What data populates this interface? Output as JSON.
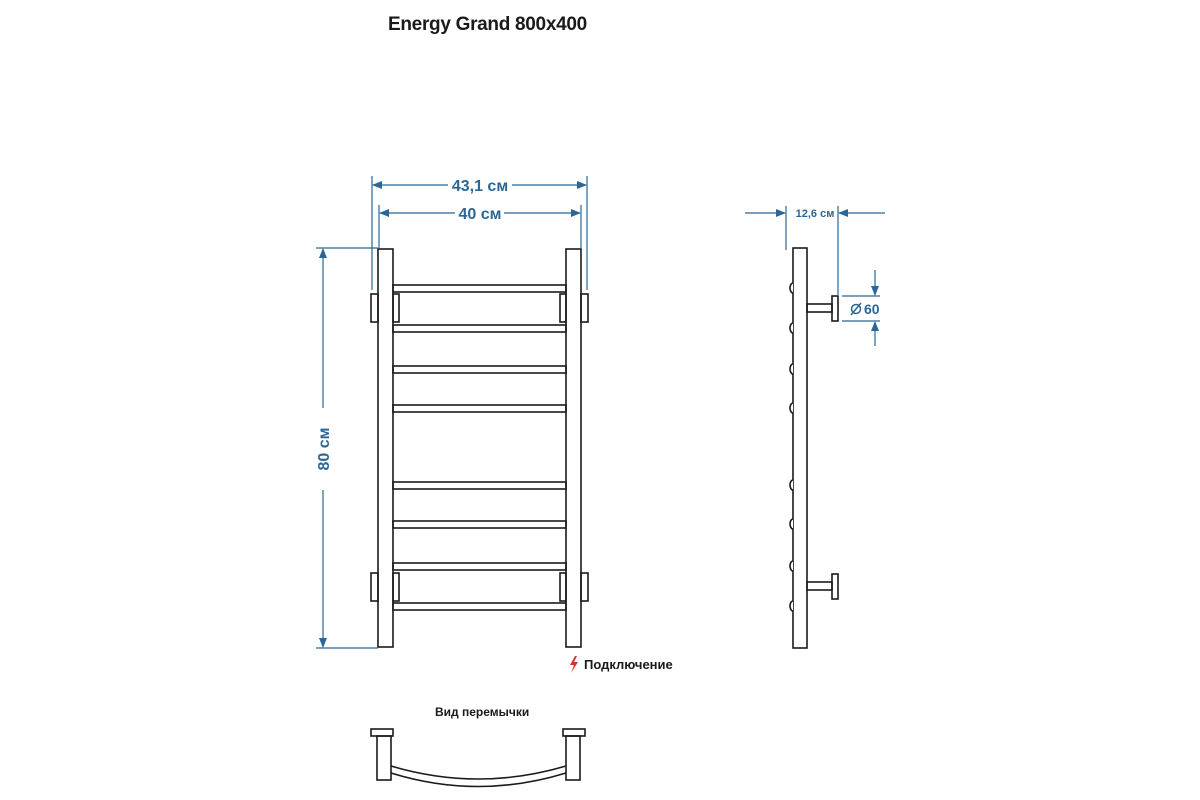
{
  "title": "Energy Grand 800x400",
  "dimensions": {
    "outer_width": "43,1 см",
    "inner_width": "40 см",
    "height": "80 см",
    "depth": "12,6 см",
    "diameter": "60"
  },
  "labels": {
    "connection": "Подключение",
    "jumper_view": "Вид перемычки"
  },
  "colors": {
    "dimension": "#2a6796",
    "lines": "#1a1a1a",
    "connection_icon": "#d6322c"
  },
  "icons": {
    "connection": "lightning-bolt-icon",
    "diameter": "diameter-symbol-icon"
  }
}
